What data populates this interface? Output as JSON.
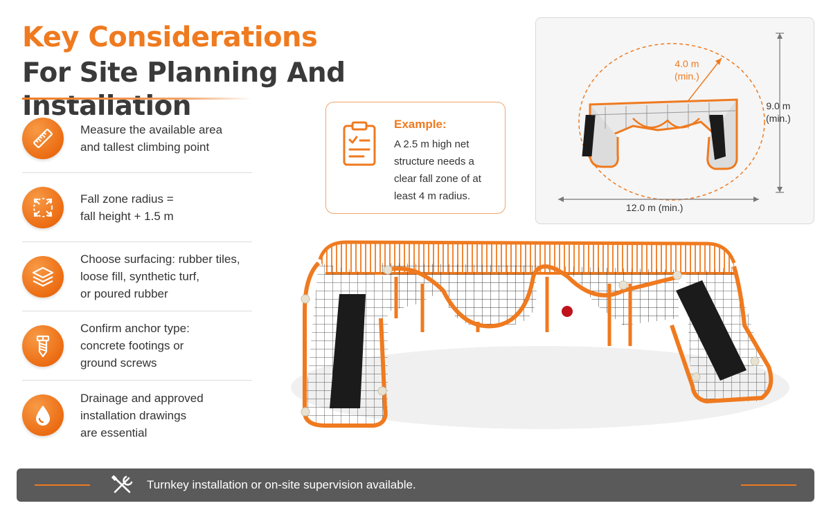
{
  "title": {
    "line1": "Key Considerations",
    "line2": "For Site Planning And Installation"
  },
  "colors": {
    "accent": "#ef7a1f",
    "footer": "#5a5a5a",
    "text": "#333333"
  },
  "considerations": [
    {
      "icon": "ruler-icon",
      "text": "Measure the available area\nand tallest climbing point"
    },
    {
      "icon": "expand-arrows-icon",
      "text": "Fall zone radius =\nfall height + 1.5 m"
    },
    {
      "icon": "layers-icon",
      "text": "Choose surfacing: rubber tiles,\nloose fill, synthetic turf,\nor poured rubber"
    },
    {
      "icon": "screw-icon",
      "text": "Confirm anchor type:\nconcrete footings or\nground screws"
    },
    {
      "icon": "water-drop-icon",
      "text": "Drainage and approved\ninstallation drawings\nare essential"
    }
  ],
  "example": {
    "icon": "clipboard-icon",
    "heading": "Example:",
    "body": "A 2.5 m high net structure needs a clear fall zone of at least 4 m radius."
  },
  "diagram": {
    "radius_label": "4.0 m\n(min.)",
    "height_label": "9.0 m\n(min.)",
    "width_label": "12.0 m (min.)"
  },
  "footer": {
    "icon": "tools-icon",
    "text": "Turnkey installation or on-site supervision available."
  }
}
